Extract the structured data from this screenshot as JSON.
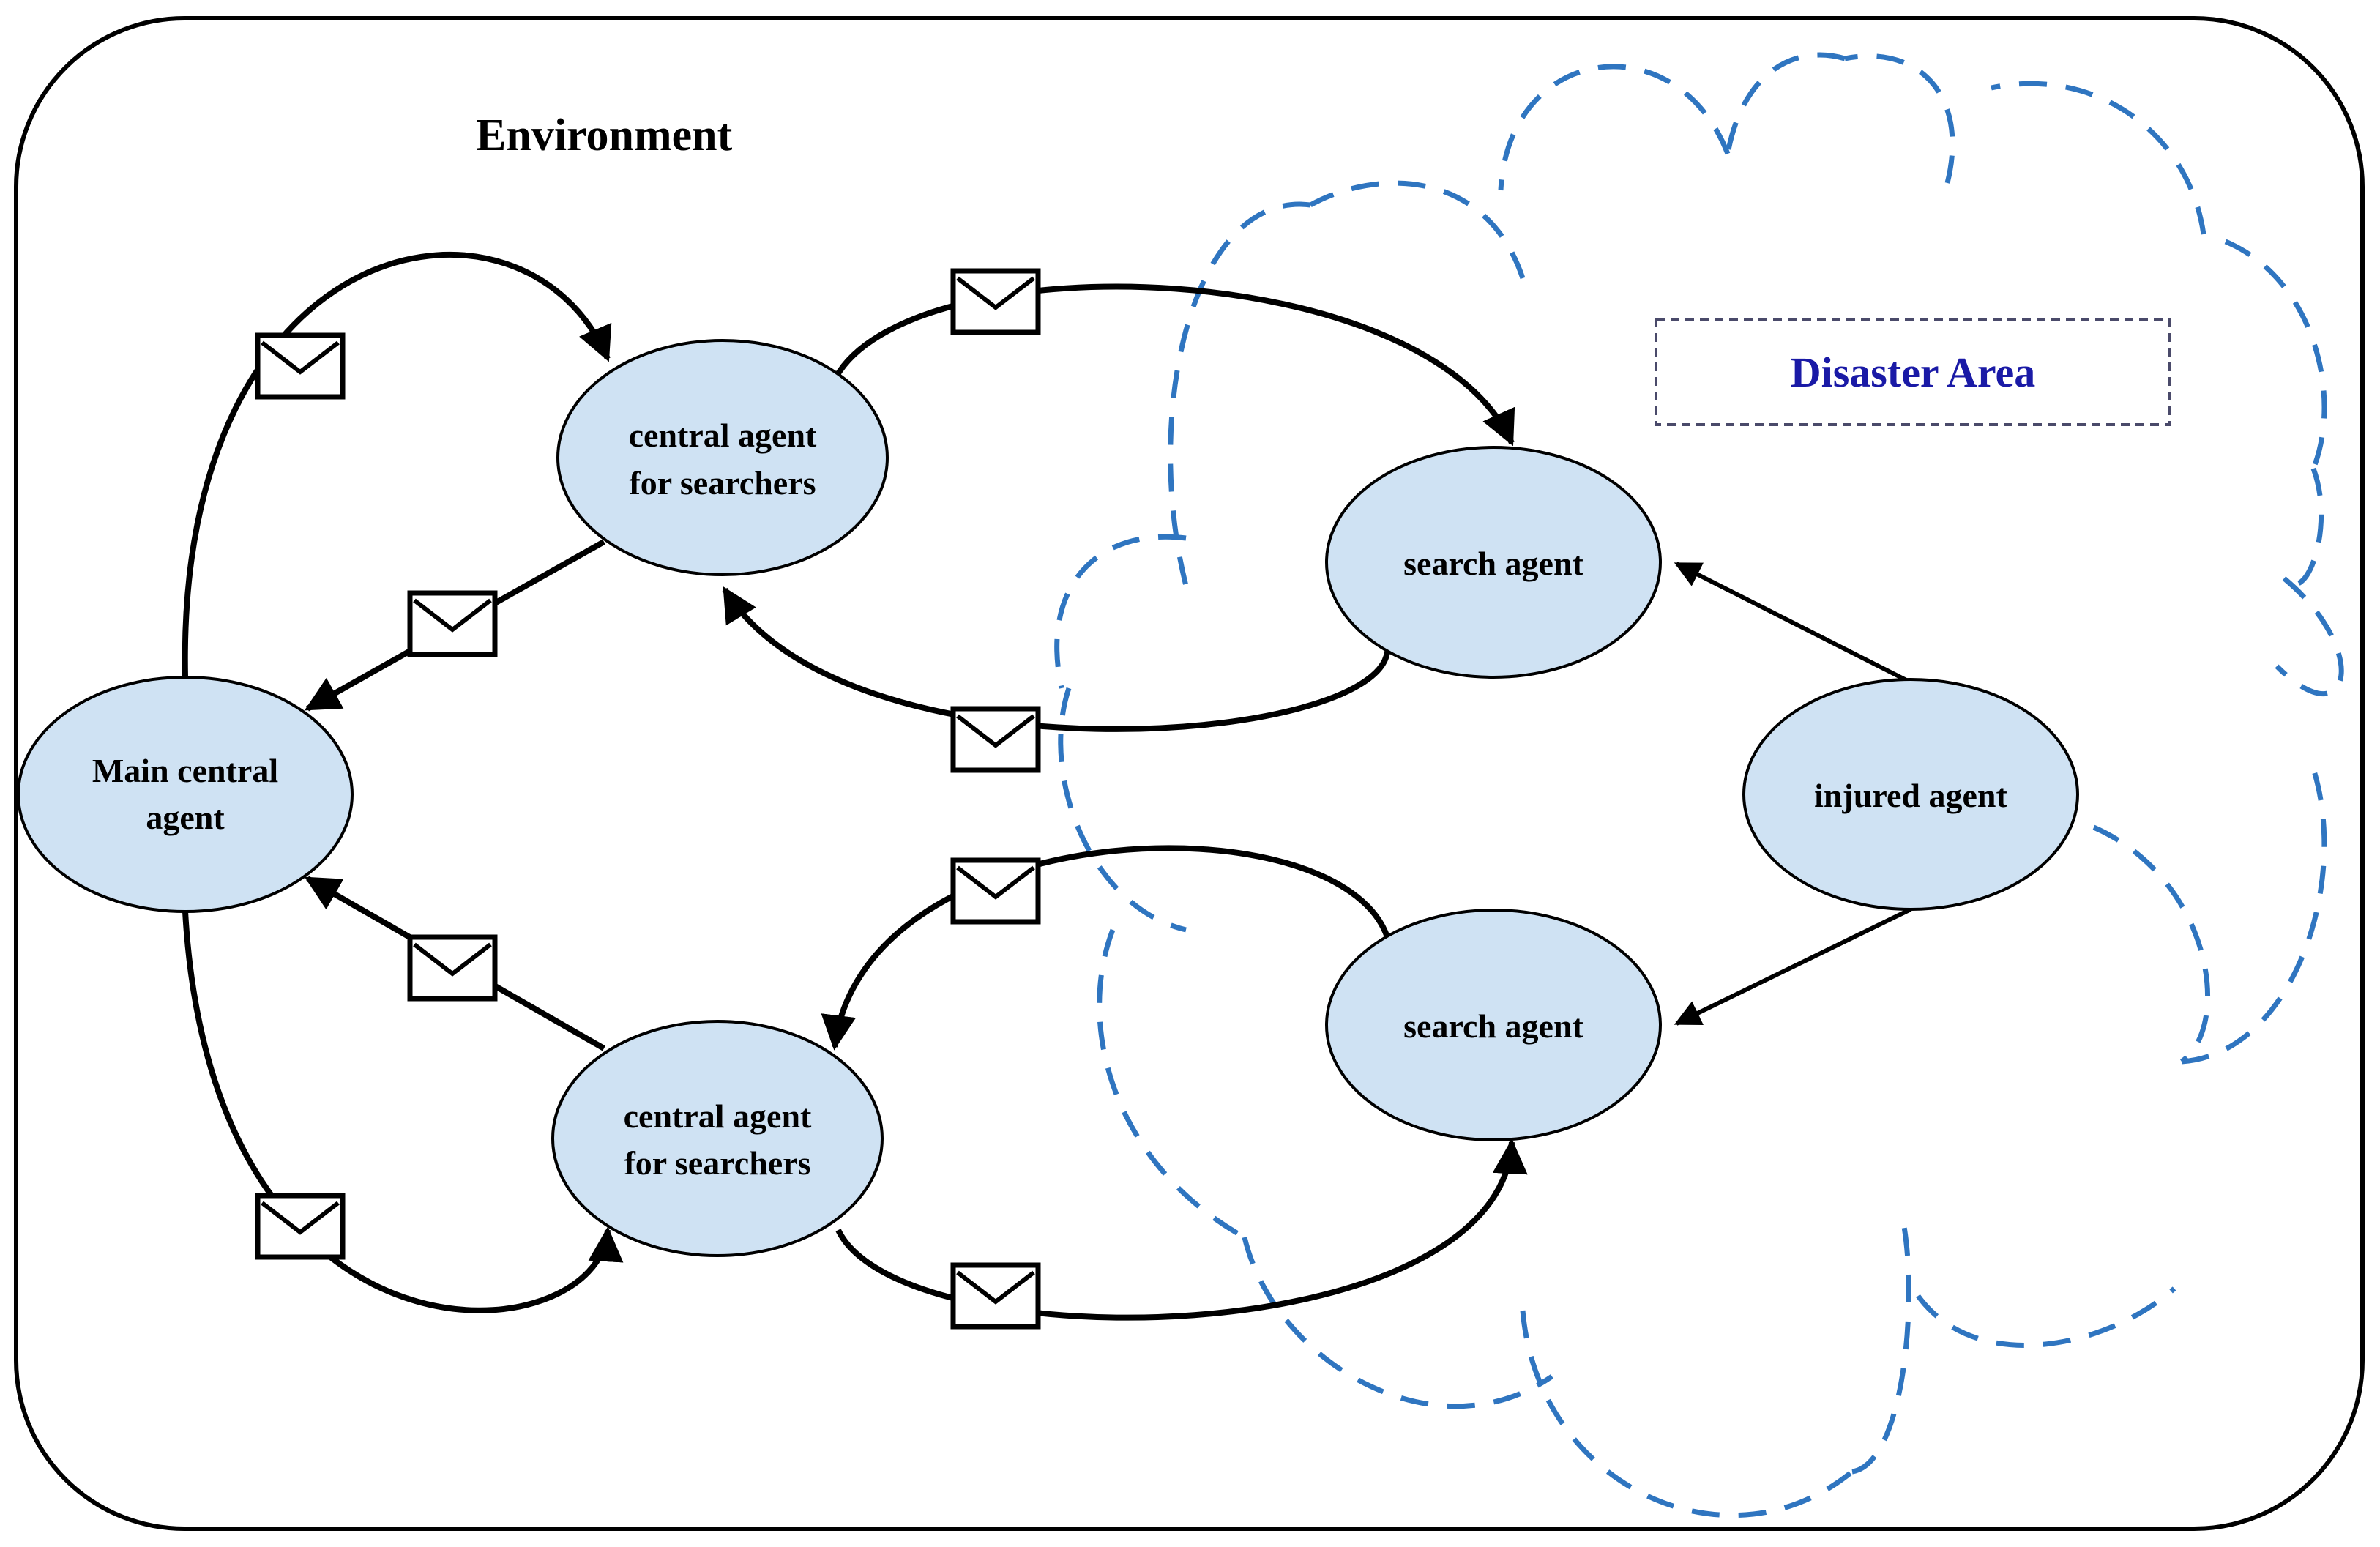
{
  "title": "Environment",
  "disaster_area_label": "Disaster Area",
  "nodes": {
    "main_central": [
      "Main central",
      "agent"
    ],
    "central_top": [
      "central agent",
      "for searchers"
    ],
    "central_bottom": [
      "central agent",
      "for searchers"
    ],
    "search_top": [
      "search agent"
    ],
    "search_bottom": [
      "search agent"
    ],
    "injured": [
      "injured agent"
    ]
  },
  "message_icons": [
    "message-main-to-central-top",
    "message-central-top-to-main",
    "message-central-top-to-search-top",
    "message-search-top-to-central-top",
    "message-search-bottom-to-central-bottom",
    "message-main-to-central-bottom",
    "message-central-bottom-to-main",
    "message-central-bottom-to-search-bottom"
  ],
  "colors": {
    "node_fill": "#cfe2f3",
    "node_stroke": "#000000",
    "cloud_stroke": "#2f75c0",
    "disaster_text": "#1a1aa6",
    "frame_stroke": "#000000"
  }
}
